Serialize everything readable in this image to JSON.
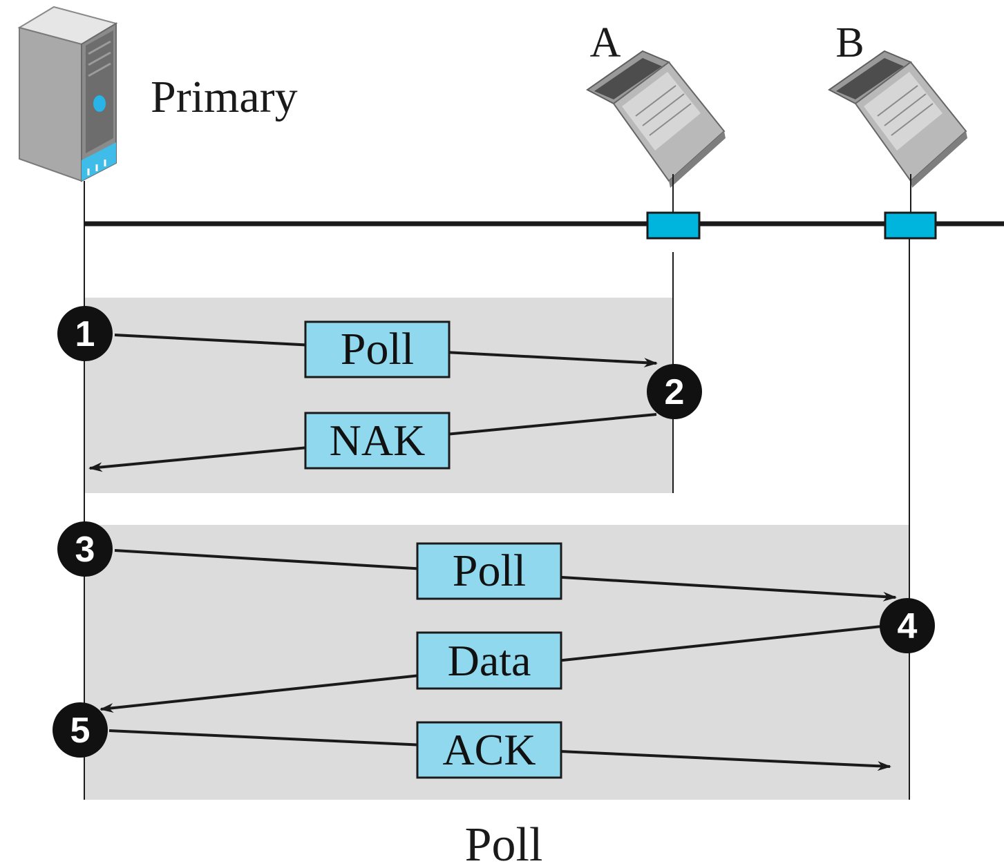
{
  "labels": {
    "primary": "Primary",
    "station_a": "A",
    "station_b": "B",
    "caption": "Poll"
  },
  "messages": [
    {
      "label": "Poll",
      "direction": "to-A"
    },
    {
      "label": "NAK",
      "direction": "to-primary"
    },
    {
      "label": "Poll",
      "direction": "to-B"
    },
    {
      "label": "Data",
      "direction": "to-primary"
    },
    {
      "label": "ACK",
      "direction": "to-B"
    }
  ],
  "steps": [
    "1",
    "2",
    "3",
    "4",
    "5"
  ],
  "colors": {
    "message_box": "#8fd8ee",
    "connector": "#00b5dd",
    "panel": "#dcdcdd",
    "line": "#1a1a1a",
    "step_circle": "#111111"
  },
  "icons": {
    "primary": "server-tower-icon",
    "station_a": "laptop-icon",
    "station_b": "laptop-icon"
  }
}
